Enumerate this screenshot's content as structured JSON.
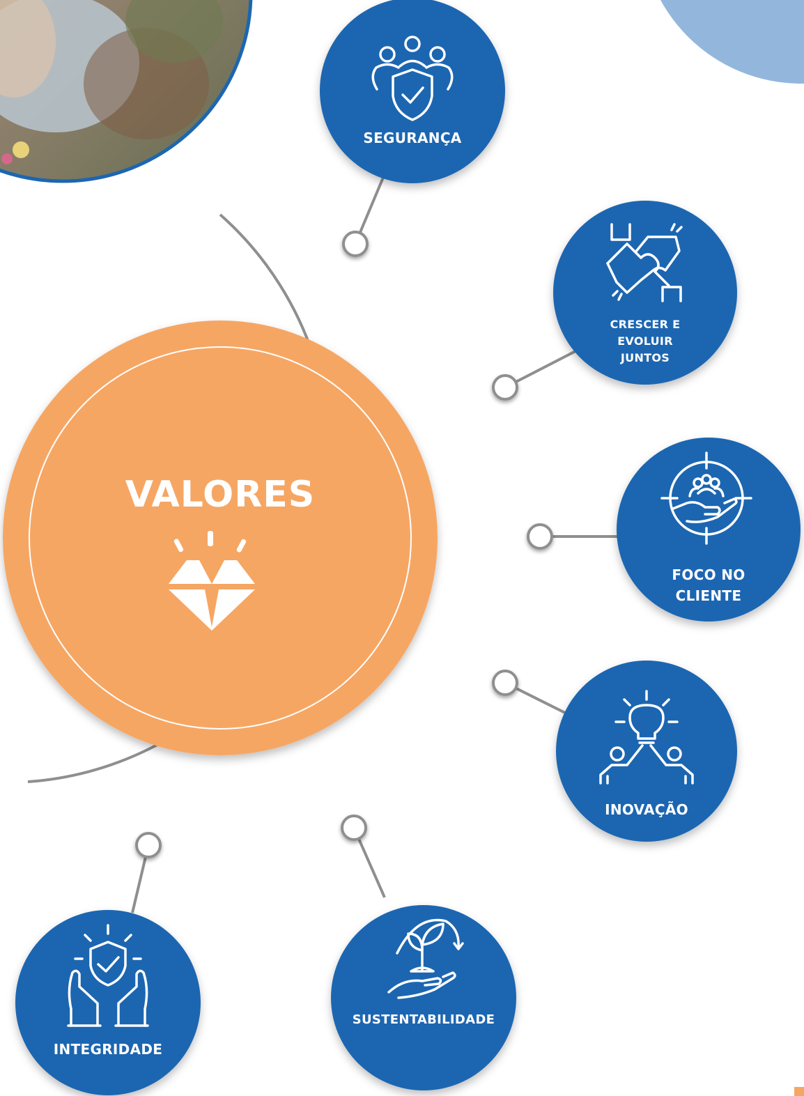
{
  "colors": {
    "blue": "#1b66b1",
    "orange": "#f6a663",
    "light_blue": "#93b7dc",
    "line": "#8f8f8f"
  },
  "center": {
    "title": "VALORES",
    "icon": "diamond-icon"
  },
  "values": [
    {
      "key": "seguranca",
      "label": "SEGURANÇA",
      "icon": "team-shield-icon"
    },
    {
      "key": "crescer",
      "label_lines": [
        "CRESCER E",
        "EVOLUIR",
        "JUNTOS"
      ],
      "icon": "puzzle-hands-icon"
    },
    {
      "key": "foco",
      "label_lines": [
        "FOCO NO",
        "CLIENTE"
      ],
      "icon": "target-hand-people-icon"
    },
    {
      "key": "inovacao",
      "label": "INOVAÇÃO",
      "icon": "lightbulb-people-icon"
    },
    {
      "key": "sustentabilidade",
      "label": "SUSTENTABILIDADE",
      "icon": "plant-hand-icon"
    },
    {
      "key": "integridade",
      "label": "INTEGRIDADE",
      "icon": "shield-hands-icon"
    }
  ]
}
